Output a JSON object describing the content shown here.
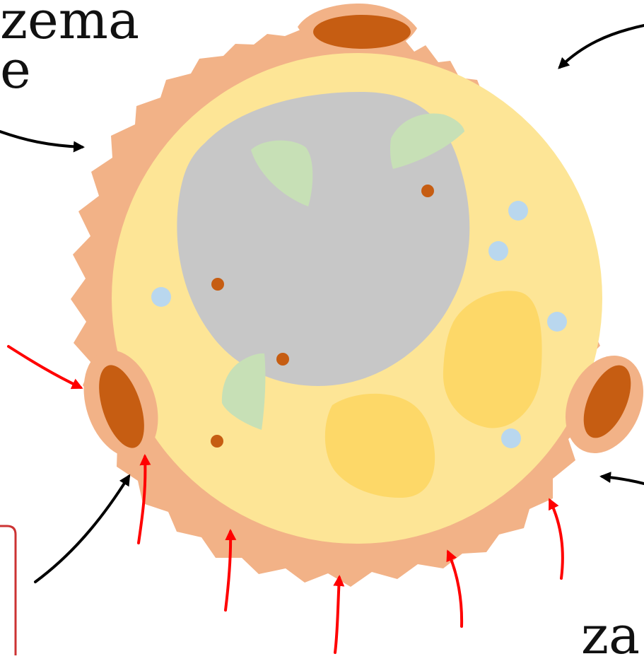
{
  "labels": {
    "top_left_fragment": "zema",
    "second_line_fragment": "e",
    "bottom_right_fragment": "za"
  },
  "colors": {
    "exine": "#f2b287",
    "intine": "#fde596",
    "nucleus": "#c7c7c7",
    "plastid": "#c7e0b6",
    "pore": "#c65d12",
    "vacuole": "#fdd868",
    "vesicle": "#b9d7ee",
    "arrow_black": "#000000",
    "arrow_red": "#ff0000",
    "box_red": "#cc3333"
  }
}
